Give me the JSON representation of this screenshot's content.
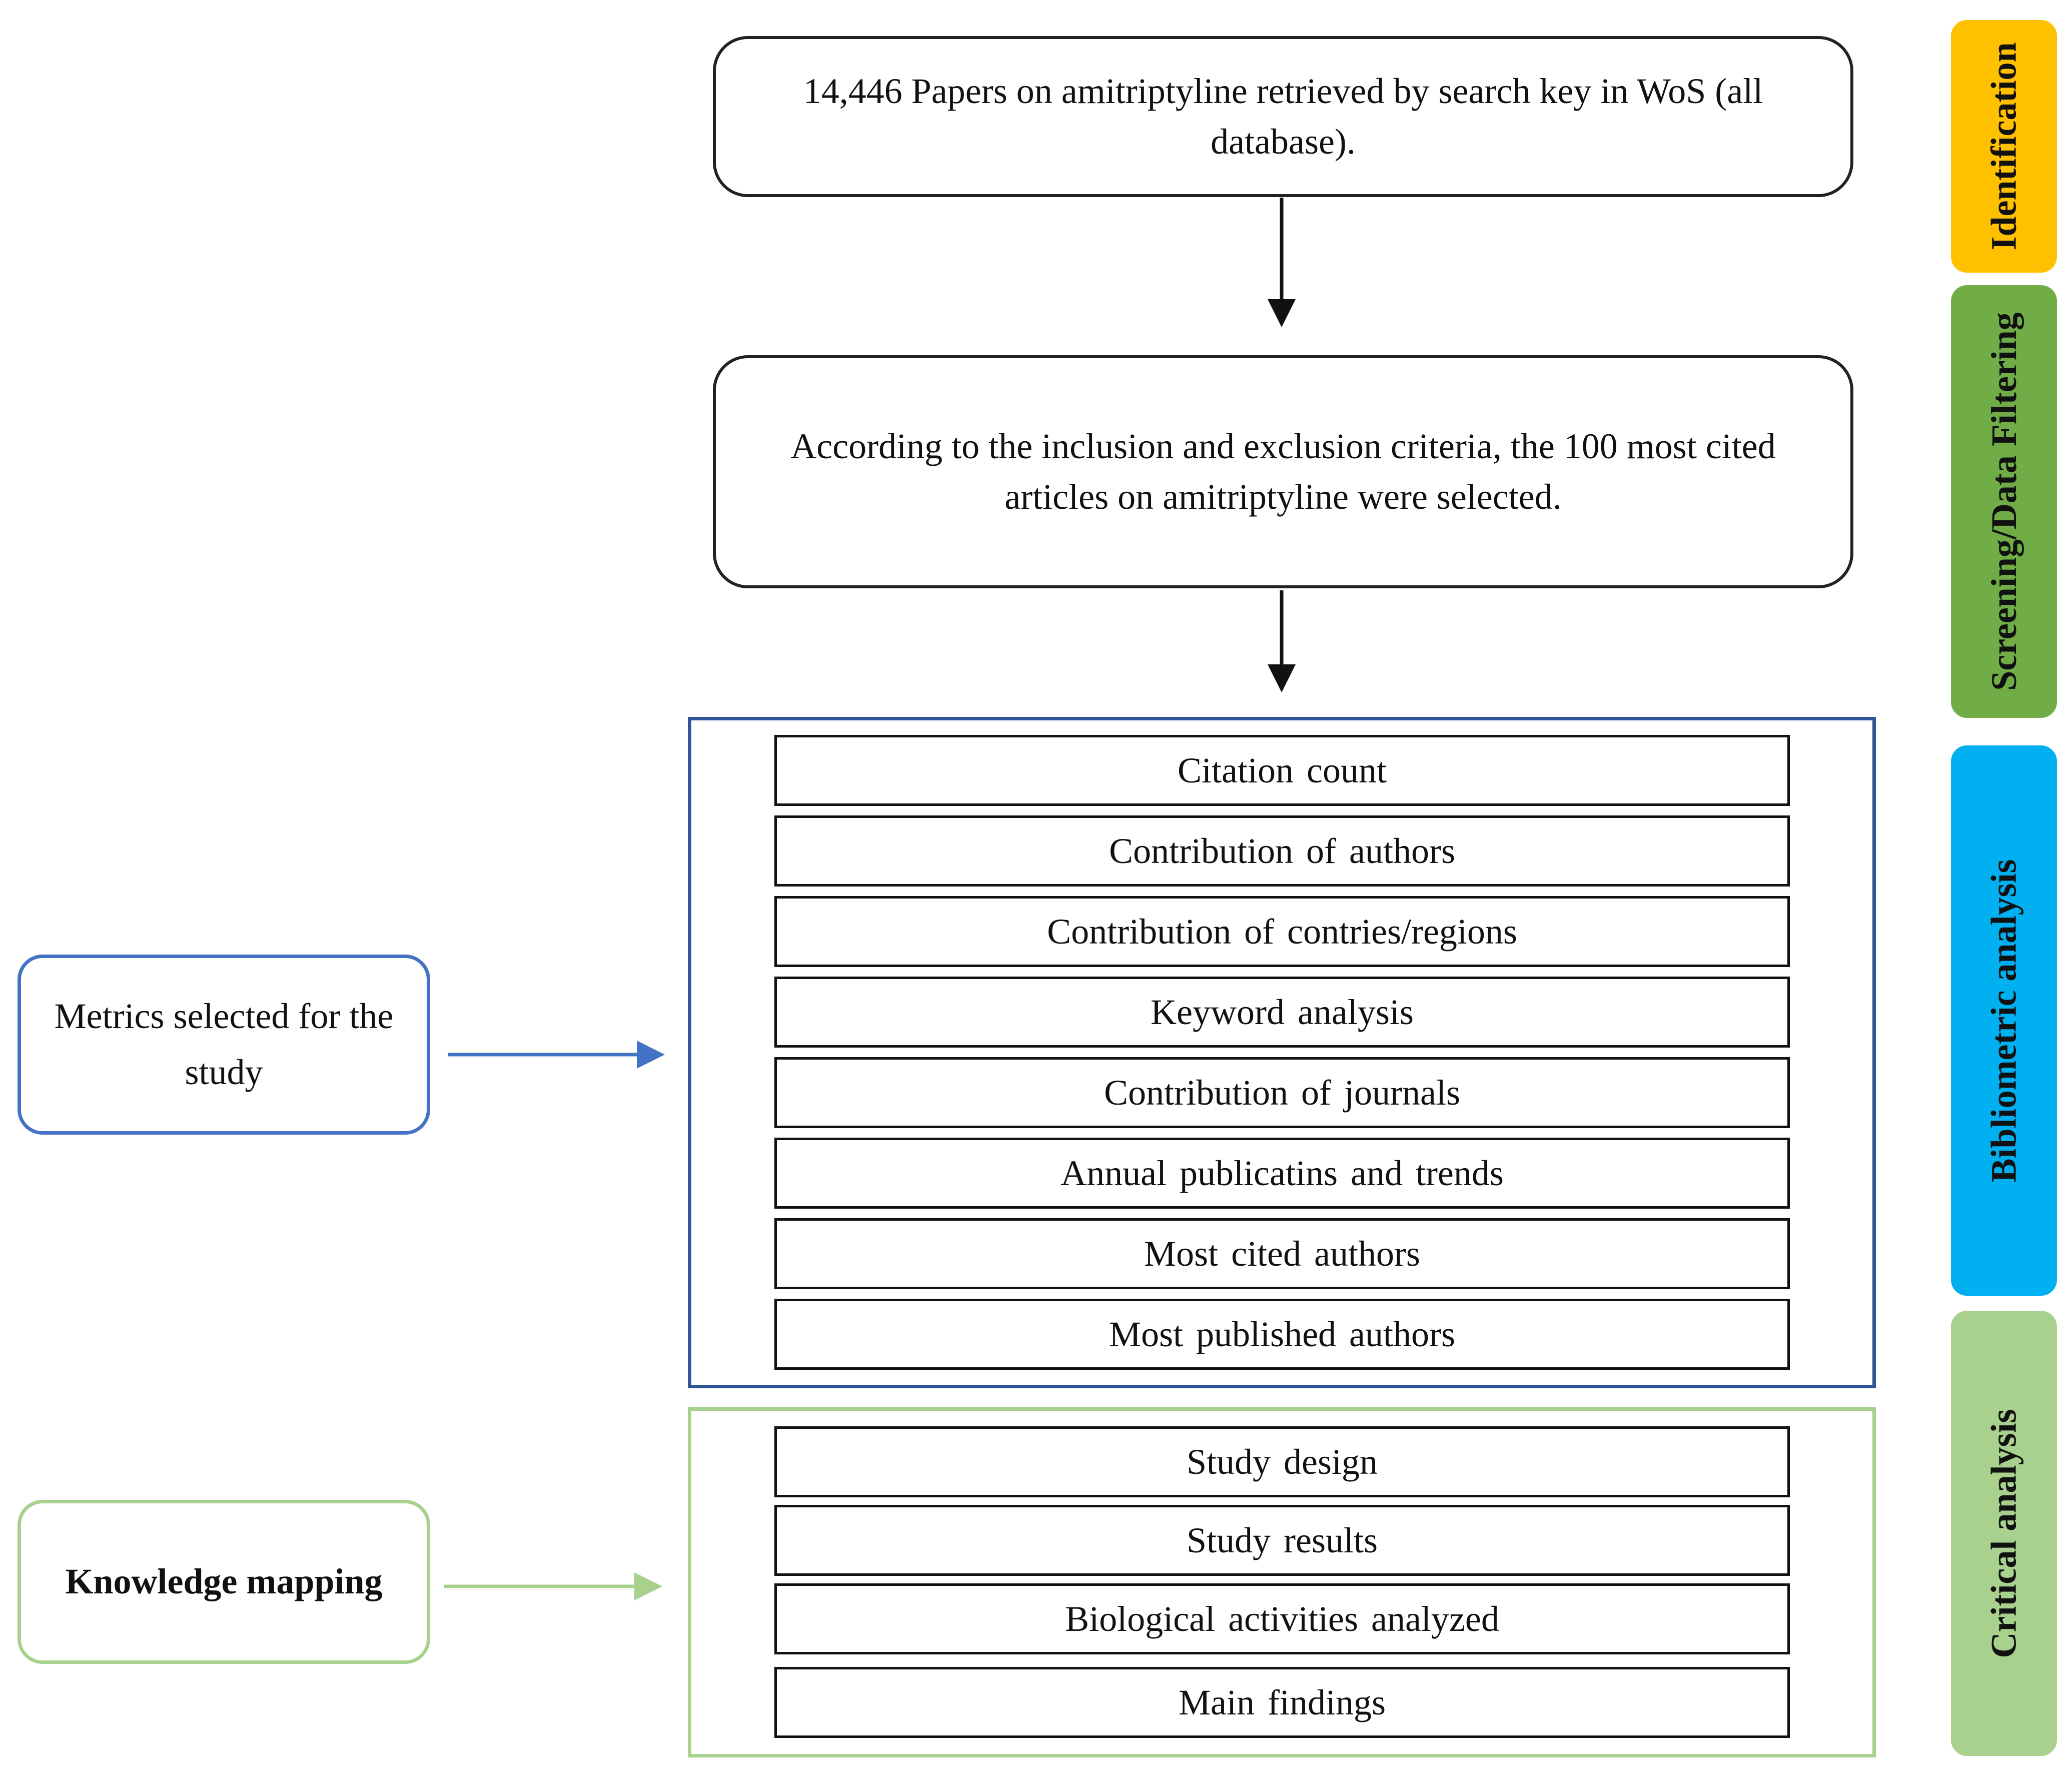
{
  "flow": {
    "step1": "14,446 Papers on amitriptyline retrieved by search key in WoS (all database).",
    "step2": "According to the inclusion and exclusion criteria, the 100 most cited articles on amitriptyline were selected."
  },
  "metrics": {
    "label": "Metrics selected for the study",
    "items": [
      "Citation count",
      "Contribution of authors",
      "Contribution of contries/regions",
      "Keyword analysis",
      "Contribution of journals",
      "Annual publicatins and trends",
      "Most cited authors",
      "Most published authors"
    ]
  },
  "knowledge": {
    "label": "Knowledge mapping",
    "items": [
      "Study design",
      "Study results",
      "Biological activities analyzed",
      "Main findings"
    ]
  },
  "stages": [
    {
      "label": "Identification",
      "color": "#FFC000"
    },
    {
      "label": "Screening/Data Filtering",
      "color": "#70AD47"
    },
    {
      "label": "Bibliometric analysis",
      "color": "#00B0F0"
    },
    {
      "label": "Critical analysis",
      "color": "#A9D18E"
    }
  ],
  "colors": {
    "metrics_border": "#2F5597",
    "metrics_arrow": "#4472C4",
    "knowledge_border": "#A9D18E"
  }
}
